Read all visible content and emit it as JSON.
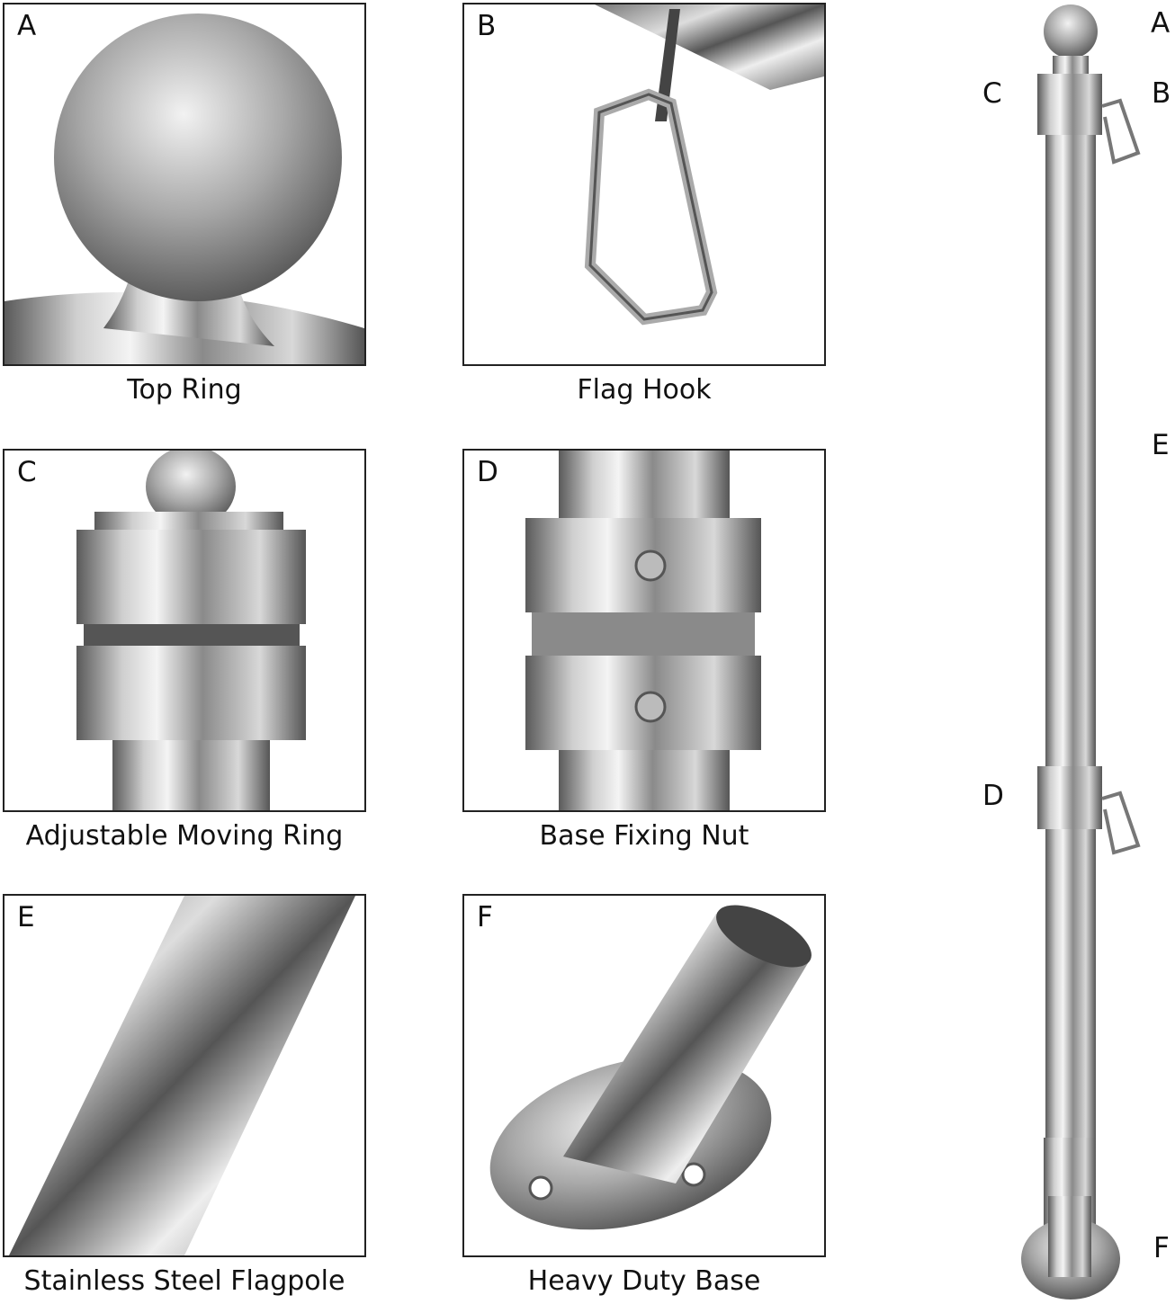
{
  "panels": [
    {
      "letter": "A",
      "caption": "Top Ring"
    },
    {
      "letter": "B",
      "caption": "Flag Hook"
    },
    {
      "letter": "C",
      "caption": "Adjustable Moving Ring"
    },
    {
      "letter": "D",
      "caption": "Base Fixing Nut"
    },
    {
      "letter": "E",
      "caption": "Stainless Steel Flagpole"
    },
    {
      "letter": "F",
      "caption": "Heavy Duty Base"
    }
  ],
  "pole_labels": {
    "a": "A",
    "b": "B",
    "c": "C",
    "d": "D",
    "e": "E",
    "f": "F"
  },
  "colors": {
    "steel_light": "#e6e6e6",
    "steel_mid": "#9a9a9a",
    "steel_dark": "#4a4a4a"
  }
}
